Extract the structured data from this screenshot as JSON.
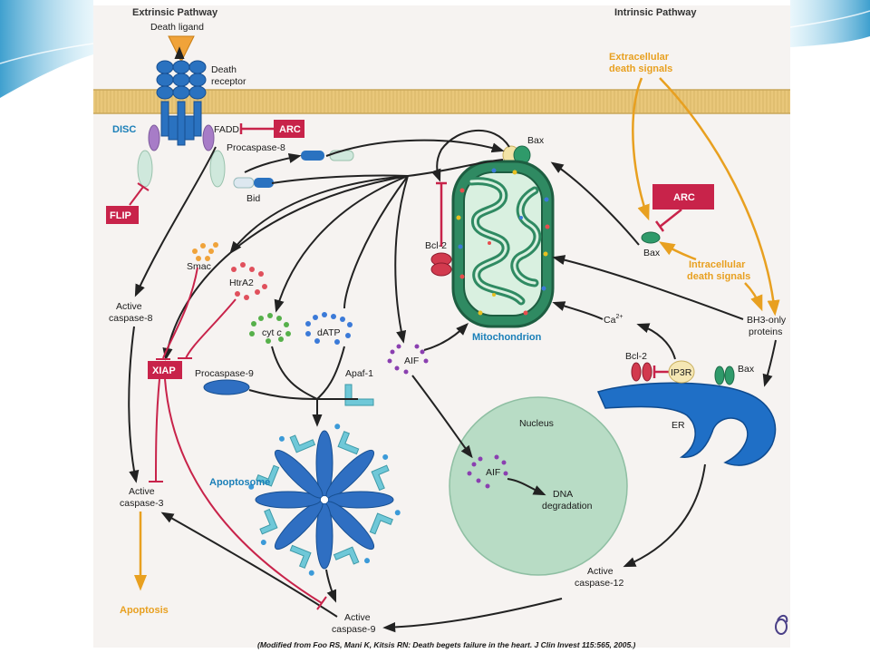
{
  "headings": {
    "extrinsic": "Extrinsic Pathway",
    "intrinsic": "Intrinsic Pathway"
  },
  "labels": {
    "death_ligand": "Death ligand",
    "death_receptor_1": "Death",
    "death_receptor_2": "receptor",
    "disc": "DISC",
    "fadd": "FADD",
    "arc_top": "ARC",
    "procaspase8": "Procaspase-8",
    "flip": "FLIP",
    "bid": "Bid",
    "bax_top": "Bax",
    "extracellular_1": "Extracellular",
    "extracellular_2": "death signals",
    "arc_right": "ARC",
    "bax_right": "Bax",
    "intracellular_1": "Intracellular",
    "intracellular_2": "death signals",
    "bcl2_mito": "Bcl-2",
    "mitochondrion": "Mitochondrion",
    "smac": "Smac",
    "htra2": "HtrA2",
    "active_casp8_1": "Active",
    "active_casp8_2": "caspase-8",
    "xiap": "XIAP",
    "cytc_1": "cyt ",
    "cytc_2": "c",
    "datp": "dATP",
    "aif_mid": "AIF",
    "ca_base": "Ca",
    "ca_sup": "2+",
    "bh3_1": "BH3-only",
    "bh3_2": "proteins",
    "procaspase9": "Procaspase-9",
    "apaf1": "Apaf-1",
    "bcl2_er": "Bcl-2",
    "ip3r": "IP3R",
    "bax_er": "Bax",
    "er": "ER",
    "nucleus": "Nucleus",
    "aif_nuc": "AIF",
    "dna_1": "DNA",
    "dna_2": "degradation",
    "apoptosome": "Apoptosome",
    "active_casp3_1": "Active",
    "active_casp3_2": "caspase-3",
    "apoptosis": "Apoptosis",
    "active_casp12_1": "Active",
    "active_casp12_2": "caspase-12",
    "active_casp9_1": "Active",
    "active_casp9_2": "caspase-9"
  },
  "caption": "(Modified from Foo RS, Mani K, Kitsis RN: Death begets failure in the heart. J Clin Invest 115:565, 2005.)",
  "colors": {
    "membrane": "#e9c77a",
    "receptor": "#2a72c0",
    "mitochondrion": "#2f8a62",
    "inhibitor_red": "#c8234a",
    "signal_orange": "#e8a020",
    "label_blue": "#1a7fb8",
    "nucleus": "#b8dcc5",
    "er": "#1f6fc6",
    "apoptosome_blue": "#2f6fc2",
    "apoptosome_cyan": "#6fc8d8",
    "slide_accent": "#3aa6d6"
  }
}
